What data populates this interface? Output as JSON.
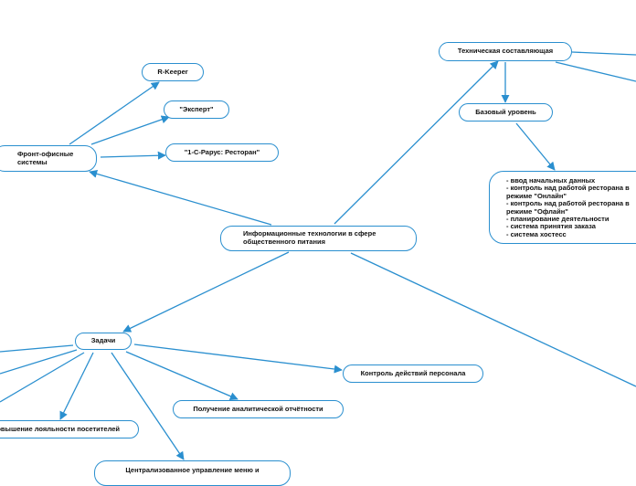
{
  "colors": {
    "line": "#2a8fcf",
    "node_border": "#2a8fcf",
    "text": "#111111",
    "background": "#ffffff"
  },
  "nodes": {
    "central": "Информационные технологии в сфере общественного питания",
    "front_office": "Фронт-офисные системы",
    "rkeeper": "R-Keeper",
    "expert": "\"Эксперт\"",
    "parus": "\"1-С-Рарус: Ресторан\"",
    "tech": "Техническая составляющая",
    "base_level": "Базовый уровень",
    "base_list": [
      "- ввод начальных данных",
      "- контроль над работой ресторана в режиме \"Онлайн\"",
      "- контроль над работой ресторана в режиме \"Офлайн\"",
      "- планирование деятельности",
      "- система принятия заказа",
      "- система хостесс"
    ],
    "tasks": "Задачи",
    "staff_control": "Контроль действий персонала",
    "analytics": "Получение аналитической отчётности",
    "loyalty": "Повышение лояльности посетителей",
    "menu_mgmt": "Централизованное управление меню и"
  }
}
